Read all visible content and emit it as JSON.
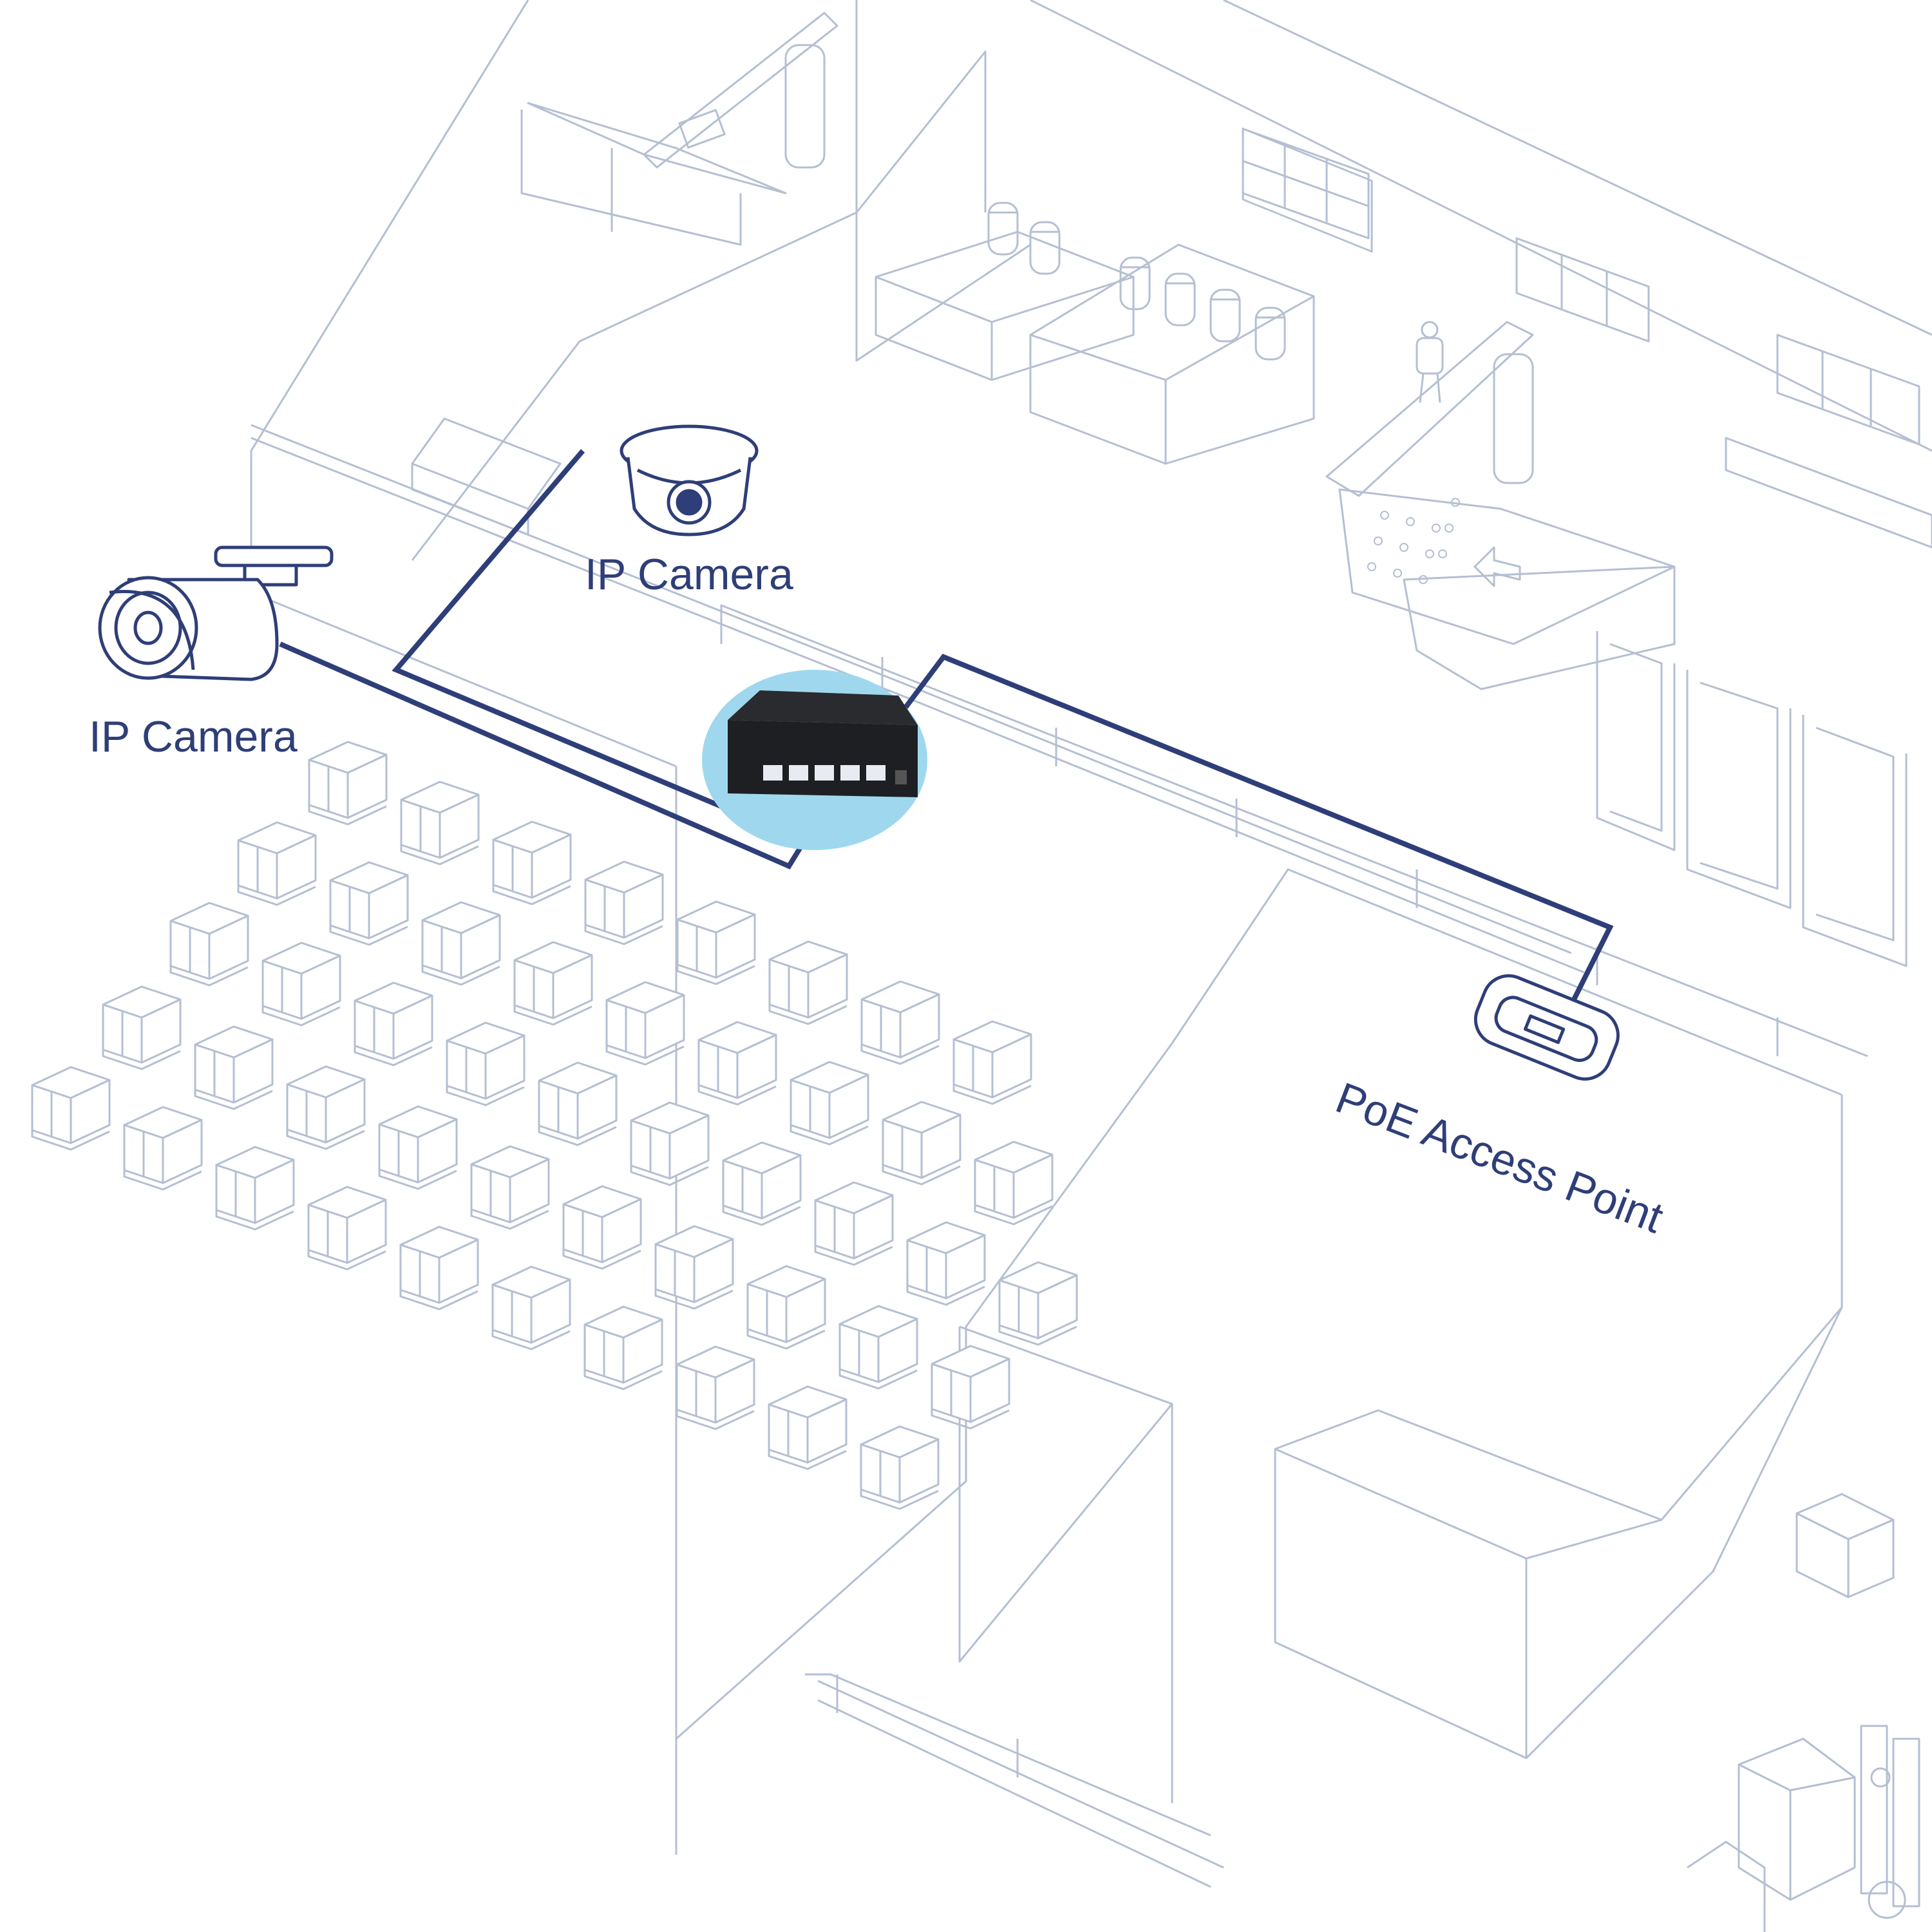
{
  "labels": {
    "dome_camera": "IP Camera",
    "bullet_camera": "IP Camera",
    "access_point": "PoE Access Point"
  },
  "colors": {
    "line_art": "#b4bfd2",
    "cable": "#2e3e78",
    "label": "#2e3e78",
    "switch_highlight": "#9fd8ee",
    "switch_body": "#1e1f22",
    "background": "#ffffff"
  },
  "icons": {
    "switch": "poe-switch-icon",
    "dome_camera": "dome-camera-icon",
    "bullet_camera": "bullet-camera-icon",
    "access_point": "access-point-icon"
  }
}
